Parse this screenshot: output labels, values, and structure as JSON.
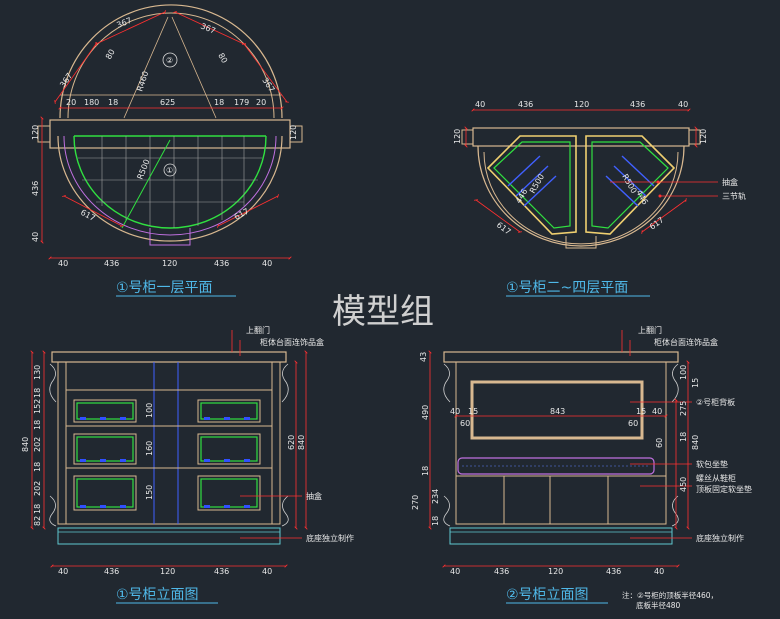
{
  "watermark": "模型组",
  "captions": {
    "plan1": "①号柜一层平面",
    "plan2": "①号柜二~四层平面",
    "elev1": "①号柜立面图",
    "elev2": "②号柜立面图"
  },
  "labels": {
    "door": "上翻门",
    "top_box": "柜体台面连饰品盒",
    "door2": "上翻门",
    "top_box2": "柜体台面连饰品盒",
    "drawer": "抽盒",
    "drawer_elev": "抽盒",
    "rail": "三节轨",
    "base": "底座独立制作",
    "base2": "底座独立制作",
    "back_panel": "②号柜背板",
    "soft_cushion": "软包坐垫",
    "screw_fix_1": "螺丝从鞋柜",
    "screw_fix_2": "顶板固定软坐垫",
    "circle_1": "①",
    "circle_2": "②"
  },
  "note": {
    "line1": "注：②号柜的顶板半径460，",
    "line2": "底板半径480"
  },
  "dims": {
    "p1_arc_l": "367",
    "p1_arc_r": "367",
    "p1_side_l": "367",
    "p1_side_r": "367",
    "p1_80a": "80",
    "p1_80b": "80",
    "p1_r460": "R460",
    "p1_20a": "20",
    "p1_180": "180",
    "p1_18a": "18",
    "p1_625": "625",
    "p1_18b": "18",
    "p1_179": "179",
    "p1_20b": "20",
    "p1_120l": "120",
    "p1_120r": "120",
    "p1_436v": "436",
    "p1_40v": "40",
    "p1_r500": "R500",
    "p1_617l": "617",
    "p1_617r": "617",
    "p1_b40a": "40",
    "p1_b436a": "436",
    "p1_b120": "120",
    "p1_b436b": "436",
    "p1_b40b": "40",
    "p2_40a": "40",
    "p2_436a": "436",
    "p2_120": "120",
    "p2_436b": "436",
    "p2_40b": "40",
    "p2_120l": "120",
    "p2_120r": "120",
    "p2_446l": "446",
    "p2_446r": "446",
    "p2_r500l": "R500",
    "p2_r500r": "R500",
    "p2_617l": "617",
    "p2_617r": "617",
    "e1_130": "130",
    "e1_18a": "18",
    "e1_152": "152",
    "e1_18b": "18",
    "e1_202a": "202",
    "e1_18c": "18",
    "e1_202b": "202",
    "e1_18d": "18",
    "e1_82": "82",
    "e1_840l": "840",
    "e1_100a": "100",
    "e1_160": "160",
    "e1_150": "150",
    "e1_620": "620",
    "e1_840r": "840",
    "e1_b40a": "40",
    "e1_b436a": "436",
    "e1_b120": "120",
    "e1_b436b": "436",
    "e1_b40b": "40",
    "e2_43": "43",
    "e2_490": "490",
    "e2_40a": "40",
    "e2_15a": "15",
    "e2_843": "843",
    "e2_15b": "15",
    "e2_40b": "40",
    "e2_60a": "60",
    "e2_60b": "60",
    "e2_100": "100",
    "e2_15c": "15",
    "e2_275": "275",
    "e2_18a": "18",
    "e2_60c": "60",
    "e2_840": "840",
    "e2_450": "450",
    "e2_270": "270",
    "e2_18b": "18",
    "e2_234": "234",
    "e2_18c": "18",
    "e2_b40a": "40",
    "e2_b436a": "436",
    "e2_b120": "120",
    "e2_b436b": "436",
    "e2_b40b": "40"
  }
}
